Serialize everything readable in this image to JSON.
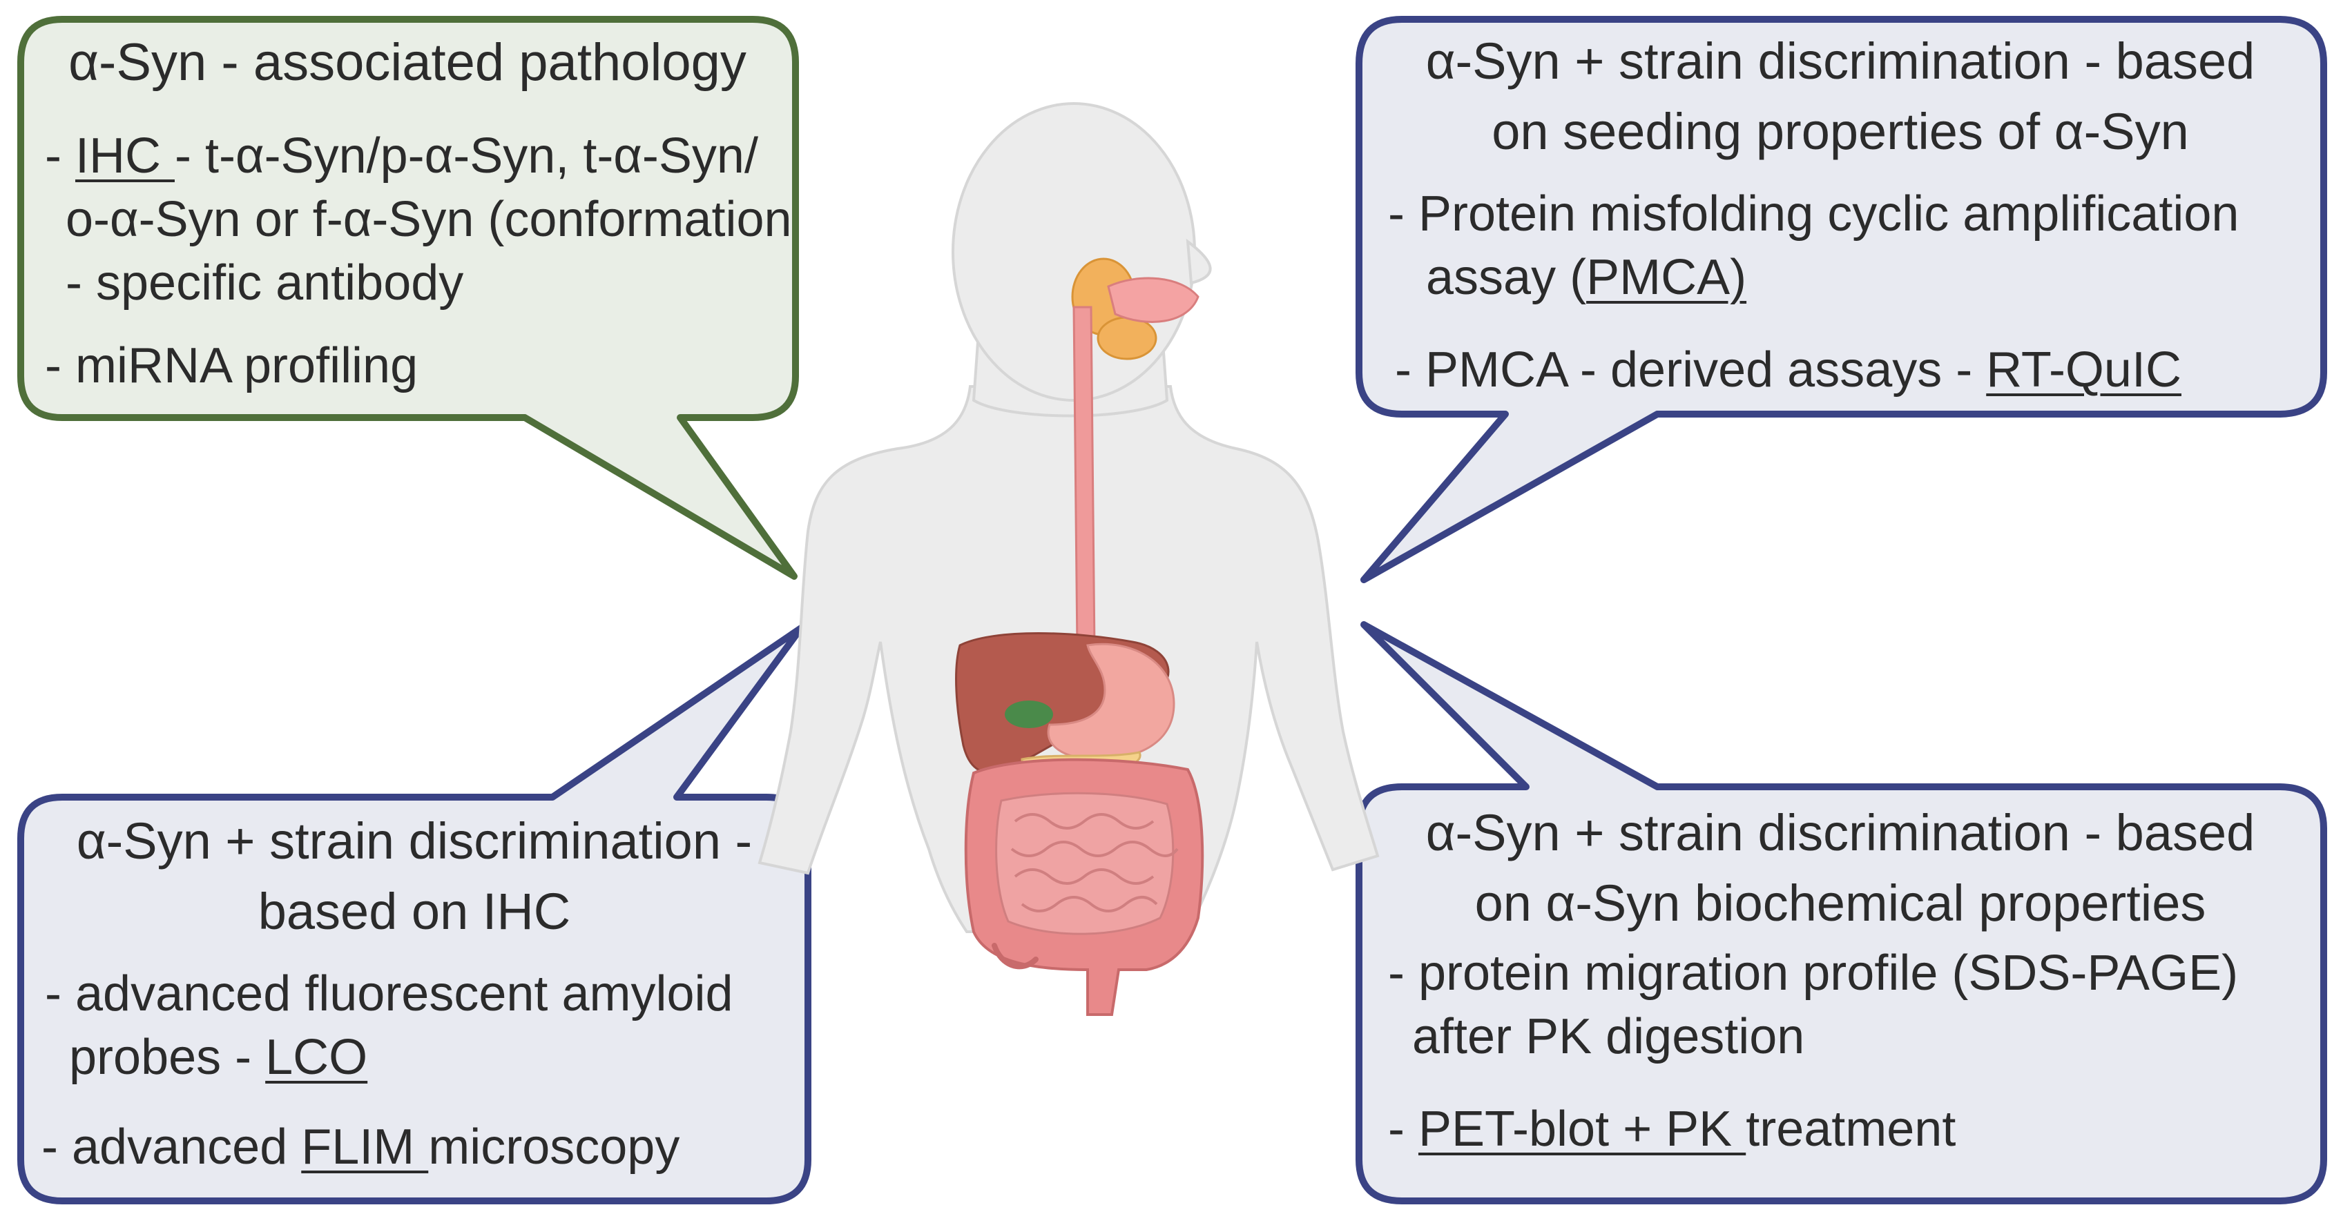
{
  "colors": {
    "green_border": "#4f6f3a",
    "green_fill": "#e9eee6",
    "blue_border": "#3a4385",
    "blue_fill": "#e8eaf1",
    "body_skin": "#ececec",
    "body_outline": "#d6d6d6",
    "esophagus": "#ef9a9a",
    "liver": "#b45a4e",
    "stomach": "#f2a7a0",
    "intestine": "#e8898a",
    "salivary": "#f2b15c"
  },
  "icons": {
    "human_figure": "human-torso-icon",
    "digestive_system": "digestive-system-icon"
  },
  "panels": {
    "top_left": {
      "title": "α-Syn - associated pathology",
      "line1_link": "IHC ",
      "line1_rest": "-  t-α-Syn/p-α-Syn, t-α-Syn/",
      "line2": "o-α-Syn or f-α-Syn (conformation",
      "line3": "- specific antibody",
      "line4": "- miRNA profiling"
    },
    "top_right": {
      "title_line1": "α-Syn + strain discrimination - based",
      "title_line2": "on seeding properties of α-Syn",
      "line1": "- Protein misfolding cyclic amplification",
      "line2_pre": "assay (",
      "line2_link": "PMCA) ",
      "line3_pre": "- PMCA - derived assays - ",
      "line3_link": "RT-QuIC "
    },
    "bottom_left": {
      "title_line1": "α-Syn + strain discrimination -",
      "title_line2": "based on IHC",
      "line1": "- advanced fluorescent amyloid",
      "line2_pre": "probes - ",
      "line2_link": "LCO ",
      "line3_pre": "- advanced ",
      "line3_link": "FLIM ",
      "line3_post": "microscopy"
    },
    "bottom_right": {
      "title_line1": "α-Syn + strain discrimination - based",
      "title_line2": "on α-Syn biochemical properties",
      "line1": "- protein migration profile (SDS-PAGE)",
      "line2": "after PK digestion",
      "line3_pre": "- ",
      "line3_link": "PET-blot + PK ",
      "line3_post": "treatment"
    }
  }
}
